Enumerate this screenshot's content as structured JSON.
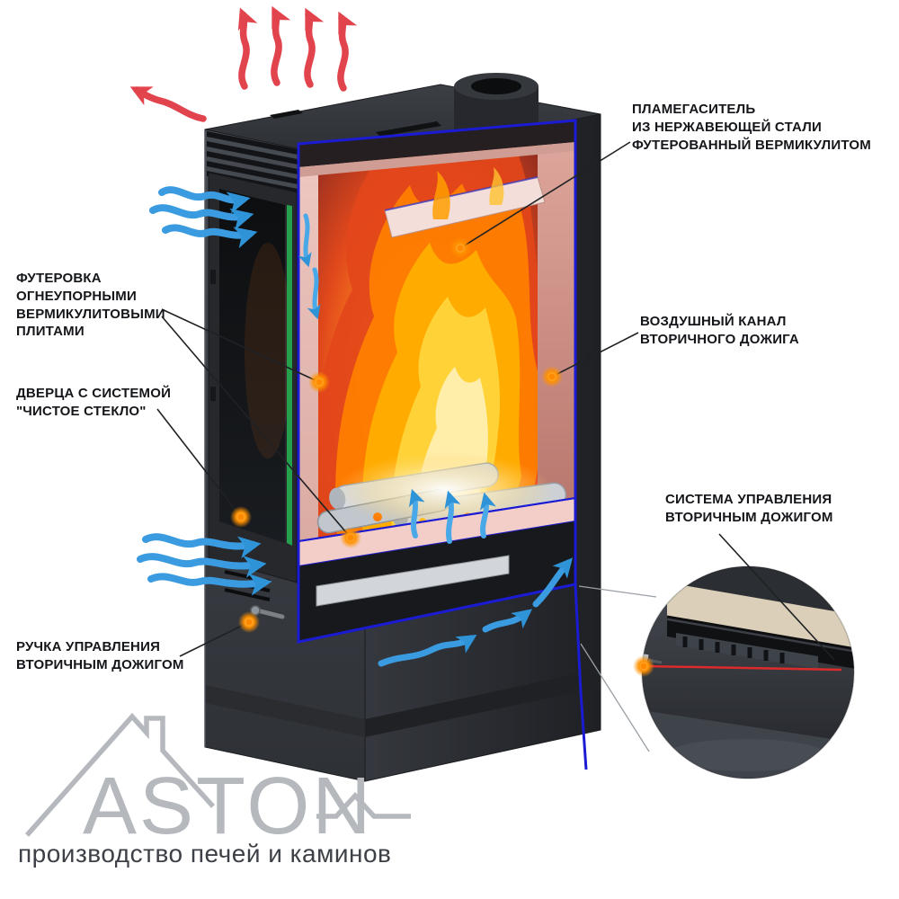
{
  "callouts": {
    "flame_arrester": {
      "text": "ПЛАМЕГАСИТЕЛЬ\nИЗ НЕРЖАВЕЮЩЕЙ СТАЛИ\nФУТЕРОВАННЫЙ ВЕРМИКУЛИТОМ"
    },
    "lining": {
      "text": "ФУТЕРОВКА\nОГНЕУПОРНЫМИ\nВЕРМИКУЛИТОВЫМИ\nПЛИТАМИ"
    },
    "secondary_air_channel": {
      "text": "ВОЗДУШНЫЙ КАНАЛ\nВТОРИЧНОГО ДОЖИГА"
    },
    "clean_glass_door": {
      "text": "ДВЕРЦА С СИСТЕМОЙ\n\"ЧИСТОЕ СТЕКЛО\""
    },
    "secondary_burn_control_system": {
      "text": "СИСТЕМА УПРАВЛЕНИЯ\nВТОРИЧНЫМ ДОЖИГОМ"
    },
    "secondary_burn_control_handle": {
      "text": "РУЧКА УПРАВЛЕНИЯ\nВТОРИЧНЫМ ДОЖИГОМ"
    }
  },
  "brand": {
    "name": "ASTON",
    "tagline": "производство печей и каминов"
  },
  "colors": {
    "cut_outline_blue": "#1b1bd4",
    "air_arrow_blue": "#3b9be0",
    "heat_arrow_red": "#e2444e",
    "marker_orange": "#ff8a00",
    "logo_gray": "#b5b8bd"
  }
}
